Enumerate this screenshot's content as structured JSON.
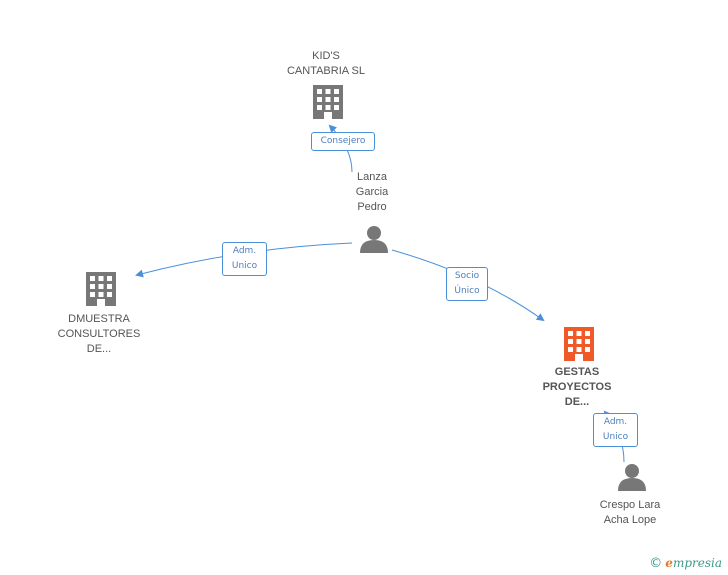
{
  "nodes": {
    "kids": {
      "lines": [
        "KID'S",
        "CANTABRIA SL"
      ],
      "kind": "company",
      "color": "#777777"
    },
    "lanza": {
      "lines": [
        "Lanza",
        "Garcia",
        "Pedro"
      ],
      "kind": "person",
      "color": "#777777"
    },
    "dmuestra": {
      "lines": [
        "DMUESTRA",
        "CONSULTORES",
        "DE..."
      ],
      "kind": "company",
      "color": "#777777"
    },
    "gestas": {
      "lines": [
        "GESTAS",
        "PROYECTOS",
        "DE..."
      ],
      "kind": "company",
      "color": "#f05a28"
    },
    "crespo": {
      "lines": [
        "Crespo Lara",
        "Acha Lope"
      ],
      "kind": "person",
      "color": "#777777"
    }
  },
  "relations": {
    "consejero": {
      "lines": [
        "Consejero"
      ]
    },
    "adm_dmuestra": {
      "lines": [
        "Adm.",
        "Unico"
      ]
    },
    "socio": {
      "lines": [
        "Socio",
        "Único"
      ]
    },
    "adm_gestas": {
      "lines": [
        "Adm.",
        "Unico"
      ]
    }
  },
  "footer": {
    "copyright": "©",
    "brand_first": "e",
    "brand_rest": "mpresia"
  },
  "colors": {
    "edge": "#4a90d9",
    "node": "#777777",
    "highlight": "#f05a28"
  }
}
